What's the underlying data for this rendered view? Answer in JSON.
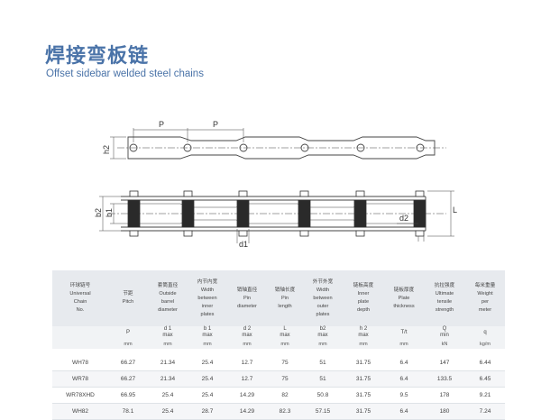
{
  "title_cn": "焊接弯板链",
  "title_en": "Offset sidebar welded steel chains",
  "drawing_labels": {
    "pitch1": "P",
    "pitch2": "P",
    "h2": "h2",
    "b2": "b2",
    "b1": "b1",
    "d1": "d1",
    "d2": "d2",
    "L": "L"
  },
  "table": {
    "columns": [
      {
        "cn": "环球链号",
        "en": [
          "Universal",
          "Chain",
          "No."
        ],
        "symbol": "",
        "symbol_sub": "",
        "unit": ""
      },
      {
        "cn": "节距",
        "en": [
          "Pitch"
        ],
        "symbol": "P",
        "symbol_sub": "",
        "unit": "mm"
      },
      {
        "cn": "套筒直径",
        "en": [
          "Outside",
          "barrel",
          "diameter"
        ],
        "symbol": "d 1",
        "symbol_sub": "max",
        "unit": "mm"
      },
      {
        "cn": "内节内宽",
        "en": [
          "Width",
          "between",
          "inner",
          "plates"
        ],
        "symbol": "b 1",
        "symbol_sub": "max",
        "unit": "mm"
      },
      {
        "cn": "销轴直径",
        "en": [
          "Pin",
          "diameter"
        ],
        "symbol": "d 2",
        "symbol_sub": "max",
        "unit": "mm"
      },
      {
        "cn": "销轴长度",
        "en": [
          "Pin",
          "length"
        ],
        "symbol": "L",
        "symbol_sub": "max",
        "unit": "mm"
      },
      {
        "cn": "外节外宽",
        "en": [
          "Width",
          "between",
          "outer",
          "plates"
        ],
        "symbol": "b2",
        "symbol_sub": "max",
        "unit": "mm"
      },
      {
        "cn": "链板高度",
        "en": [
          "Inner",
          "plate",
          "depth"
        ],
        "symbol": "h 2",
        "symbol_sub": "max",
        "unit": "mm"
      },
      {
        "cn": "链板厚度",
        "en": [
          "Plate",
          "thickness"
        ],
        "symbol": "T/t",
        "symbol_sub": "",
        "unit": "mm"
      },
      {
        "cn": "抗拉强度",
        "en": [
          "Ultimate",
          "tensile",
          "strength"
        ],
        "symbol": "Q",
        "symbol_sub": "min",
        "unit": "kN"
      },
      {
        "cn": "每米重量",
        "en": [
          "Weight",
          "per",
          "meter"
        ],
        "symbol": "q",
        "symbol_sub": "",
        "unit": "kg/m"
      }
    ],
    "rows": [
      [
        "WH78",
        "66.27",
        "21.34",
        "25.4",
        "12.7",
        "75",
        "51",
        "31.75",
        "6.4",
        "147",
        "6.44"
      ],
      [
        "WR78",
        "66.27",
        "21.34",
        "25.4",
        "12.7",
        "75",
        "51",
        "31.75",
        "6.4",
        "133.5",
        "6.45"
      ],
      [
        "WR78XHD",
        "66.95",
        "25.4",
        "25.4",
        "14.29",
        "82",
        "50.8",
        "31.75",
        "9.5",
        "178",
        "9.21"
      ],
      [
        "WH82",
        "78.1",
        "25.4",
        "28.7",
        "14.29",
        "82.3",
        "57.15",
        "31.75",
        "6.4",
        "180",
        "7.24"
      ]
    ]
  }
}
